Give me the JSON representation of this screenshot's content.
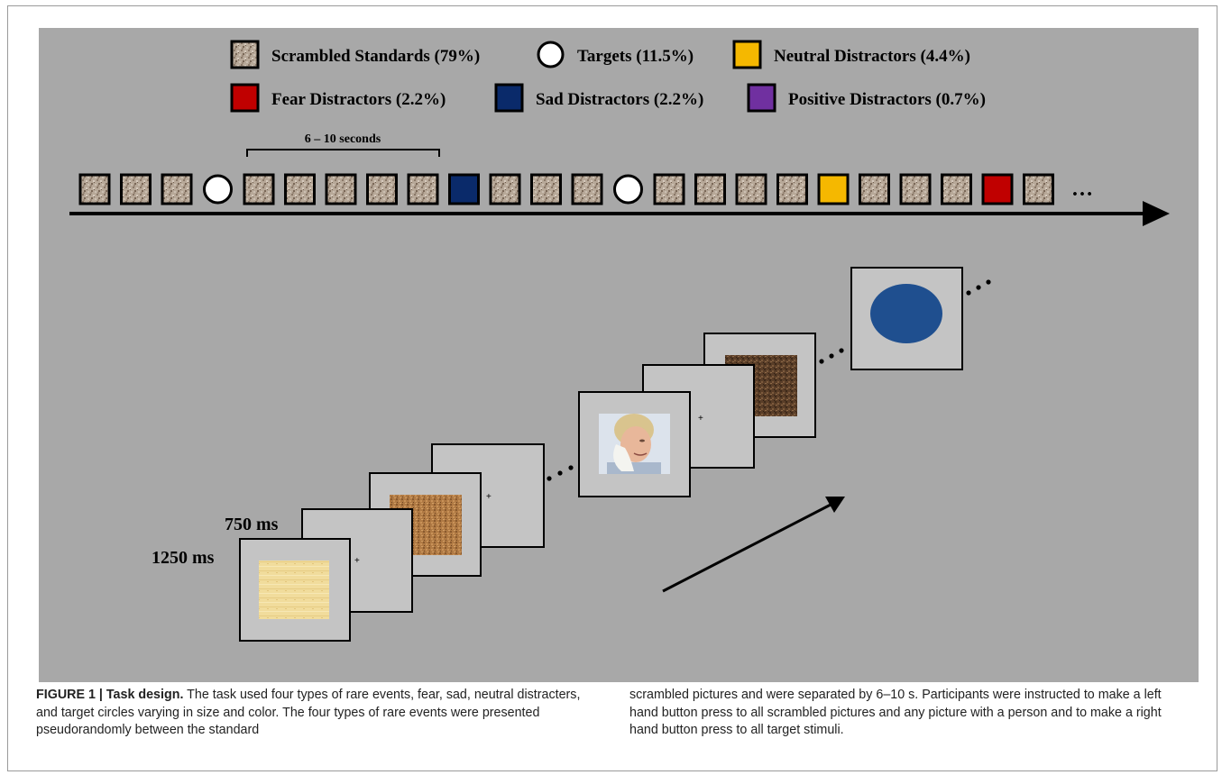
{
  "colors": {
    "panel_bg": "#a8a8a8",
    "standard": "#b5a595",
    "target": "#ffffff",
    "neutral": "#f5b800",
    "fear": "#c00000",
    "sad": "#0a2a6a",
    "positive": "#7030a0",
    "blue_circle": "#1f4f8f"
  },
  "icons": {
    "standard": "scrambled-texture-square-icon",
    "target": "white-circle-icon",
    "neutral": "yellow-square-icon",
    "fear": "red-square-icon",
    "sad": "navy-square-icon",
    "positive": "purple-square-icon"
  },
  "legend": {
    "row1": [
      {
        "key": "standard",
        "label": "Scrambled Standards (79%)"
      },
      {
        "key": "target",
        "label": "Targets (11.5%)"
      },
      {
        "key": "neutral",
        "label": "Neutral Distractors (4.4%)"
      }
    ],
    "row2": [
      {
        "key": "fear",
        "label": "Fear Distractors (2.2%)"
      },
      {
        "key": "sad",
        "label": "Sad Distractors (2.2%)"
      },
      {
        "key": "positive",
        "label": "Positive Distractors (0.7%)"
      }
    ]
  },
  "timeline": {
    "bracket_label": "6 – 10 seconds",
    "sequence": [
      "standard",
      "standard",
      "standard",
      "target",
      "standard",
      "standard",
      "standard",
      "standard",
      "standard",
      "sad",
      "standard",
      "standard",
      "standard",
      "target",
      "standard",
      "standard",
      "standard",
      "standard",
      "neutral",
      "standard",
      "standard",
      "standard",
      "fear",
      "standard"
    ],
    "ellipsis": "…"
  },
  "frames": {
    "duration_1": "1250 ms",
    "duration_2": "750 ms",
    "fixation": "+"
  },
  "caption": {
    "label": "FIGURE 1 | Task design.",
    "col1": " The task used four types of rare events, fear, sad, neutral distracters, and target circles varying in size and color. The four types of rare events were presented pseudorandomly between the standard",
    "col2": "scrambled pictures and were separated by 6–10 s. Participants were instructed to make a left hand button press to all scrambled pictures and any picture with a person and to make a right hand button press to all target stimuli."
  }
}
